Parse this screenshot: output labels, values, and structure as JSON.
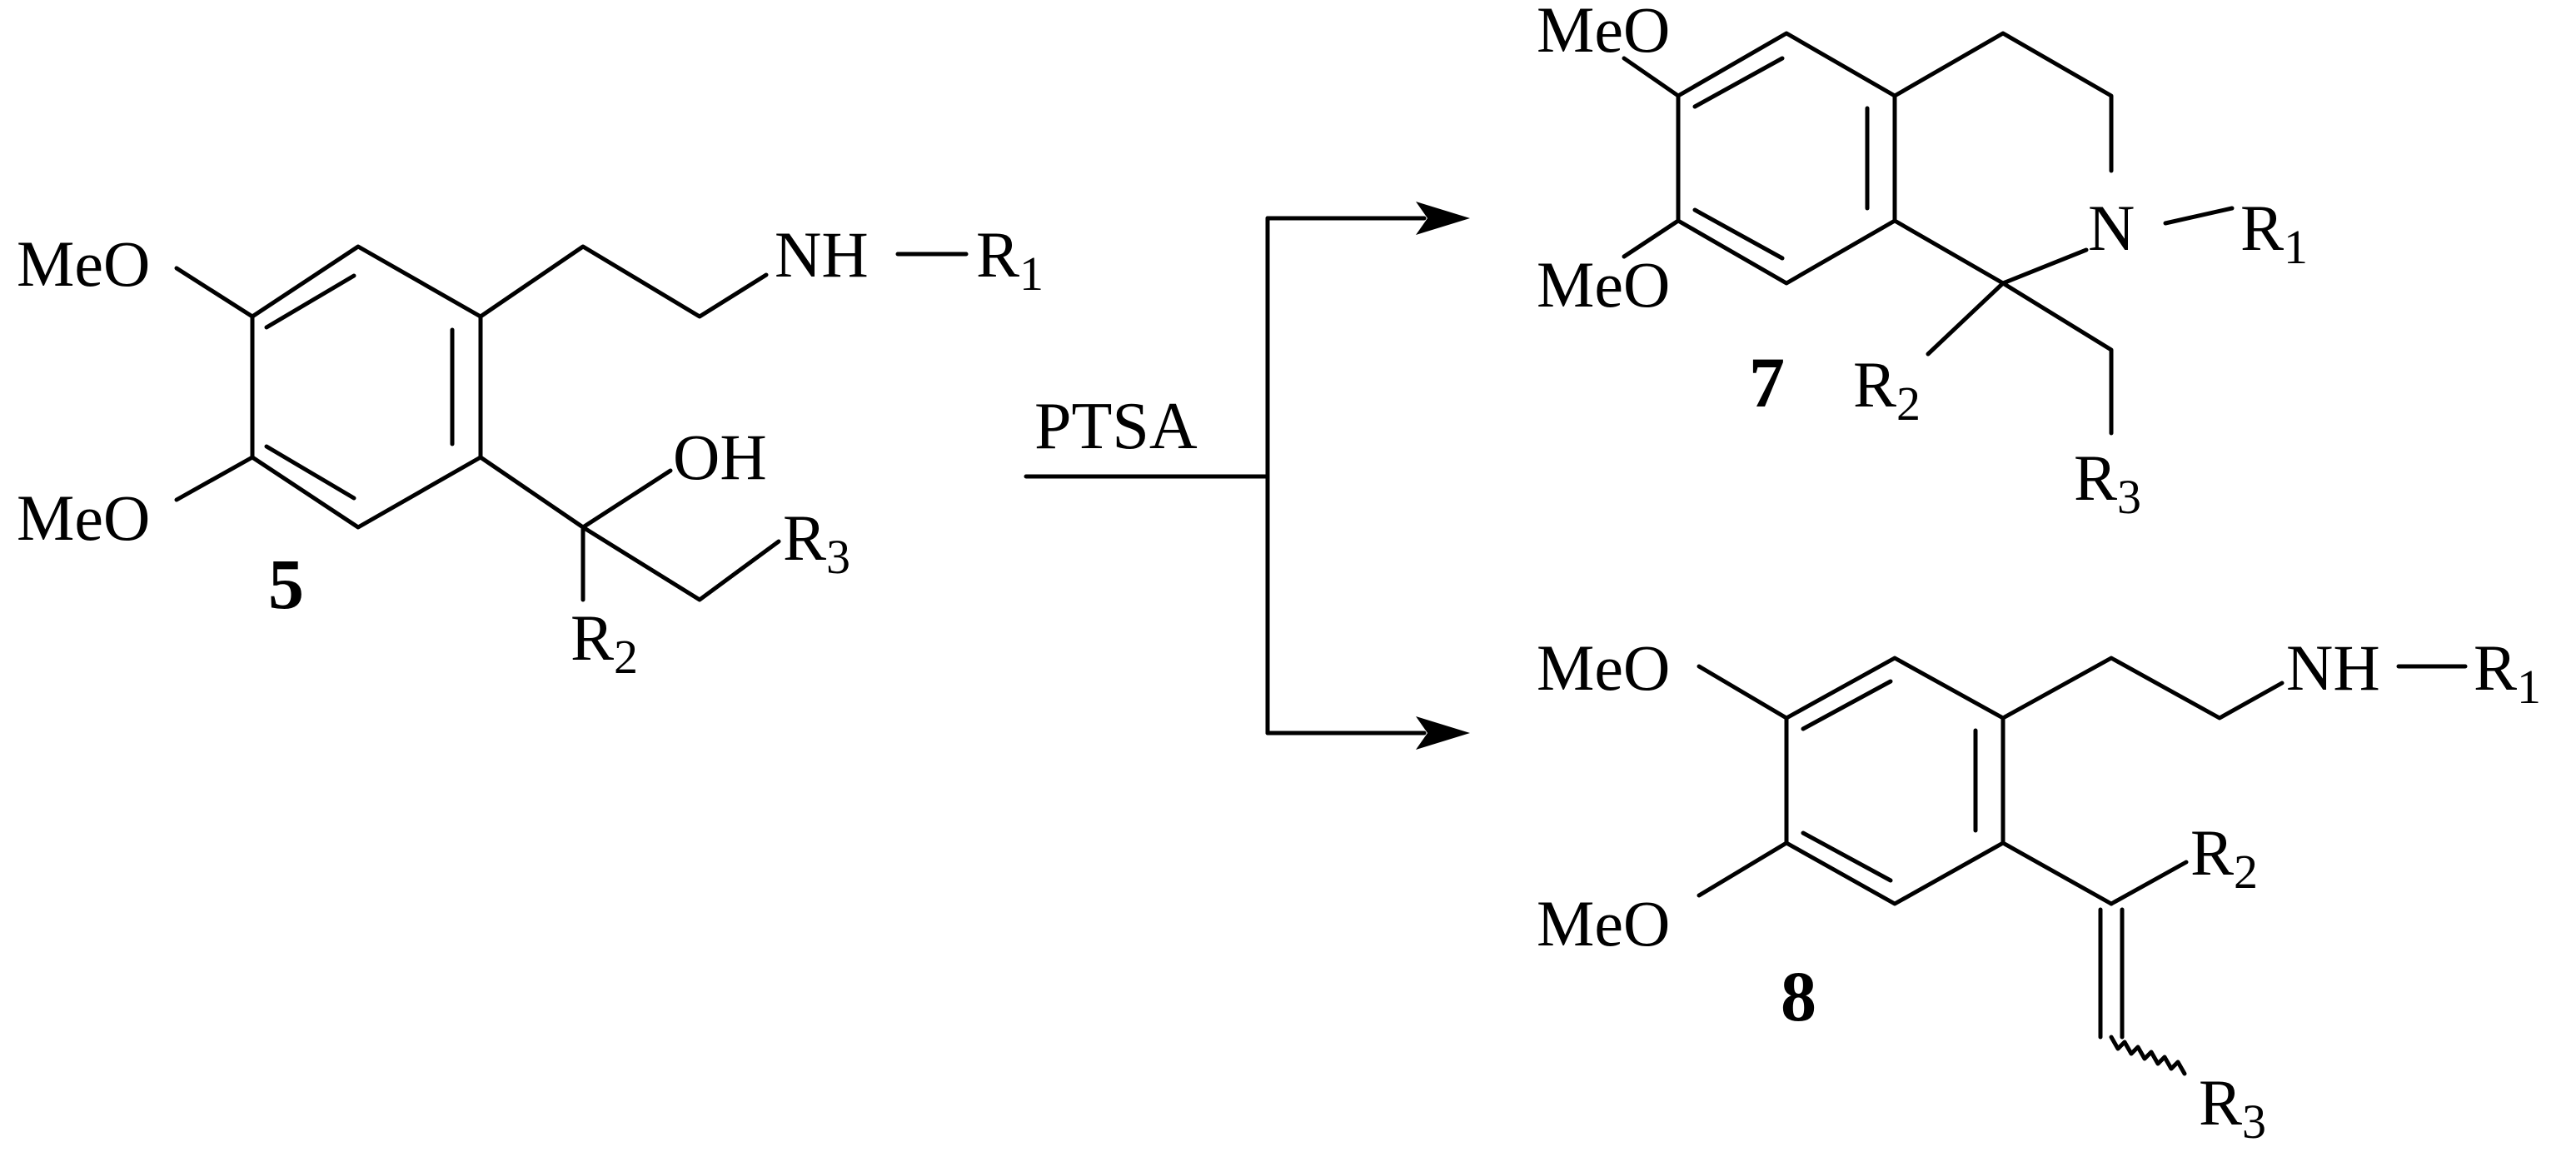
{
  "reaction": {
    "reagent": "PTSA"
  },
  "compound_5": {
    "number": "5",
    "labels": {
      "meo_top": "MeO",
      "meo_bottom": "MeO",
      "nh": "NH",
      "r1": "R",
      "r1_sub": "1",
      "oh": "OH",
      "r3": "R",
      "r3_sub": "3",
      "r2": "R",
      "r2_sub": "2"
    }
  },
  "compound_7": {
    "number": "7",
    "labels": {
      "meo_top": "MeO",
      "meo_bottom": "MeO",
      "n": "N",
      "r1": "R",
      "r1_sub": "1",
      "r2": "R",
      "r2_sub": "2",
      "r3": "R",
      "r3_sub": "3"
    }
  },
  "compound_8": {
    "number": "8",
    "labels": {
      "meo_top": "MeO",
      "meo_bottom": "MeO",
      "nh": "NH",
      "r1": "R",
      "r1_sub": "1",
      "r2": "R",
      "r2_sub": "2",
      "r3": "R",
      "r3_sub": "3"
    }
  }
}
